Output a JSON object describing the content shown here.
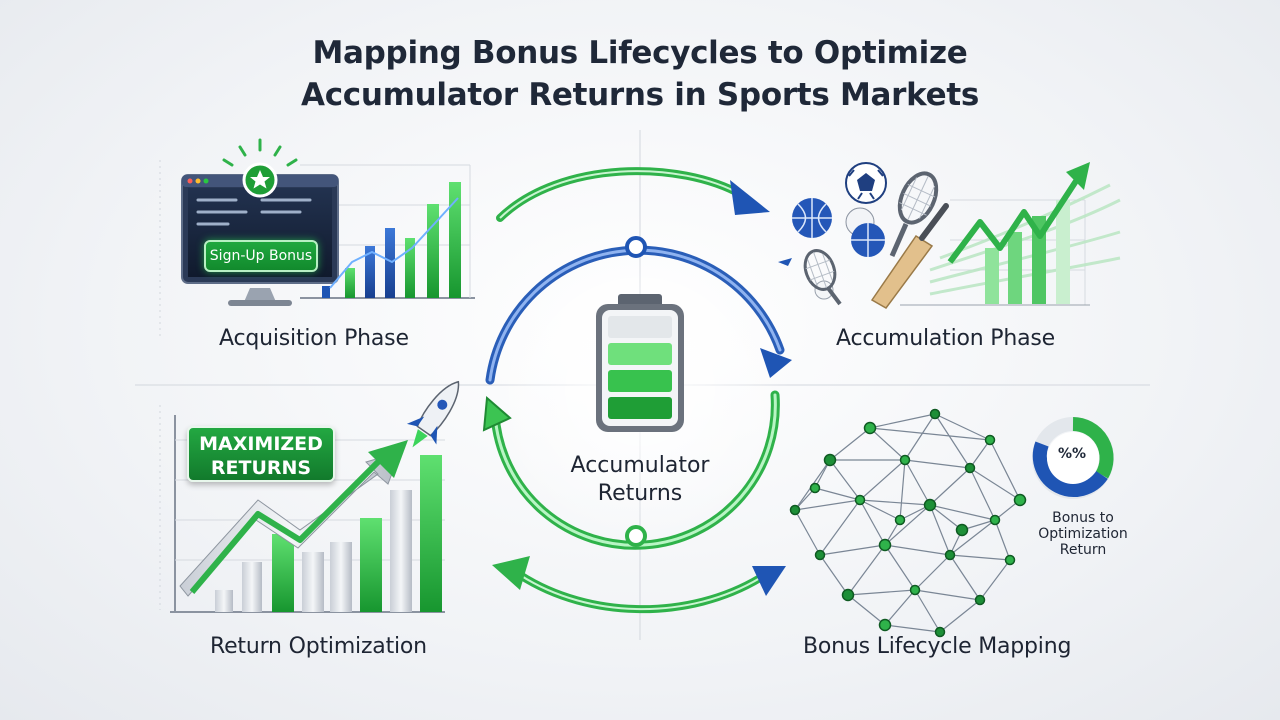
{
  "title": {
    "line1": "Mapping Bonus Lifecycles to Optimize",
    "line2": "Accumulator Returns in Sports Markets"
  },
  "quadrants": {
    "acquisition": {
      "label": "Acquisition Phase",
      "badge": "Sign-Up Bonus"
    },
    "accumulation": {
      "label": "Accumulation Phase"
    },
    "optimization": {
      "label": "Return Optimization",
      "badge_line1": "MAXIMIZED",
      "badge_line2": "RETURNS"
    },
    "mapping": {
      "label": "Bonus Lifecycle Mapping",
      "donut_text": "%%",
      "side_line1": "Bonus to",
      "side_line2": "Optimization",
      "side_line3": "Return"
    }
  },
  "center": {
    "line1": "Accumulator",
    "line2": "Returns"
  },
  "colors": {
    "green": "#2fb24a",
    "blue": "#1f55b4",
    "dark": "#1f2838"
  },
  "icons": [
    "monitor-icon",
    "star-icon",
    "bar-chart-icon",
    "sports-balls-icon",
    "tennis-racket-icon",
    "cricket-bat-icon",
    "trend-arrow-icon",
    "battery-icon",
    "rocket-icon",
    "network-icon",
    "donut-chart-icon"
  ]
}
